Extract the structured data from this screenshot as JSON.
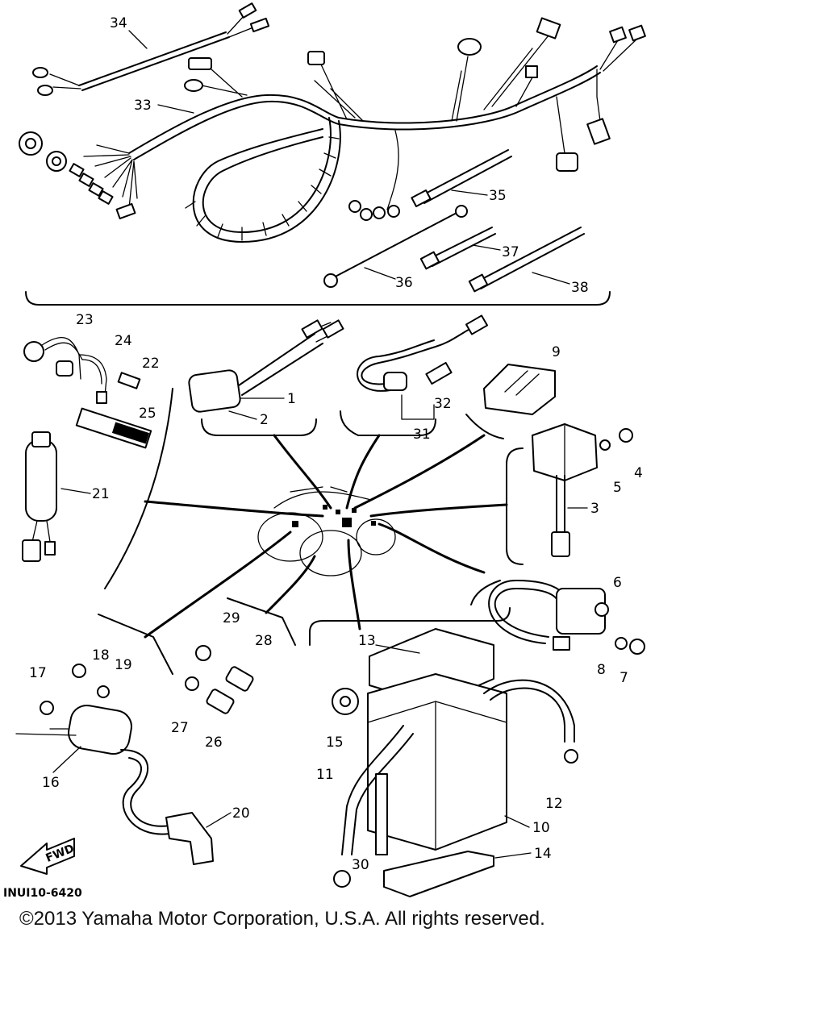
{
  "diagram": {
    "callouts": {
      "c1": "1",
      "c2": "2",
      "c3": "3",
      "c4": "4",
      "c5": "5",
      "c6": "6",
      "c7": "7",
      "c8": "8",
      "c9": "9",
      "c10": "10",
      "c11": "11",
      "c12": "12",
      "c13": "13",
      "c14": "14",
      "c15": "15",
      "c16": "16",
      "c17": "17",
      "c18": "18",
      "c19": "19",
      "c20": "20",
      "c21": "21",
      "c22": "22",
      "c23": "23",
      "c24": "24",
      "c25": "25",
      "c26": "26",
      "c27": "27",
      "c28": "28",
      "c29": "29",
      "c30": "30",
      "c31": "31",
      "c32": "32",
      "c33": "33",
      "c34": "34",
      "c35": "35",
      "c36": "36",
      "c37": "37",
      "c38": "38"
    },
    "fwd_label": "FWD",
    "drawing_code": "INUI10-6420"
  },
  "footer": {
    "copyright": "©2013 Yamaha Motor Corporation, U.S.A. All rights reserved."
  }
}
